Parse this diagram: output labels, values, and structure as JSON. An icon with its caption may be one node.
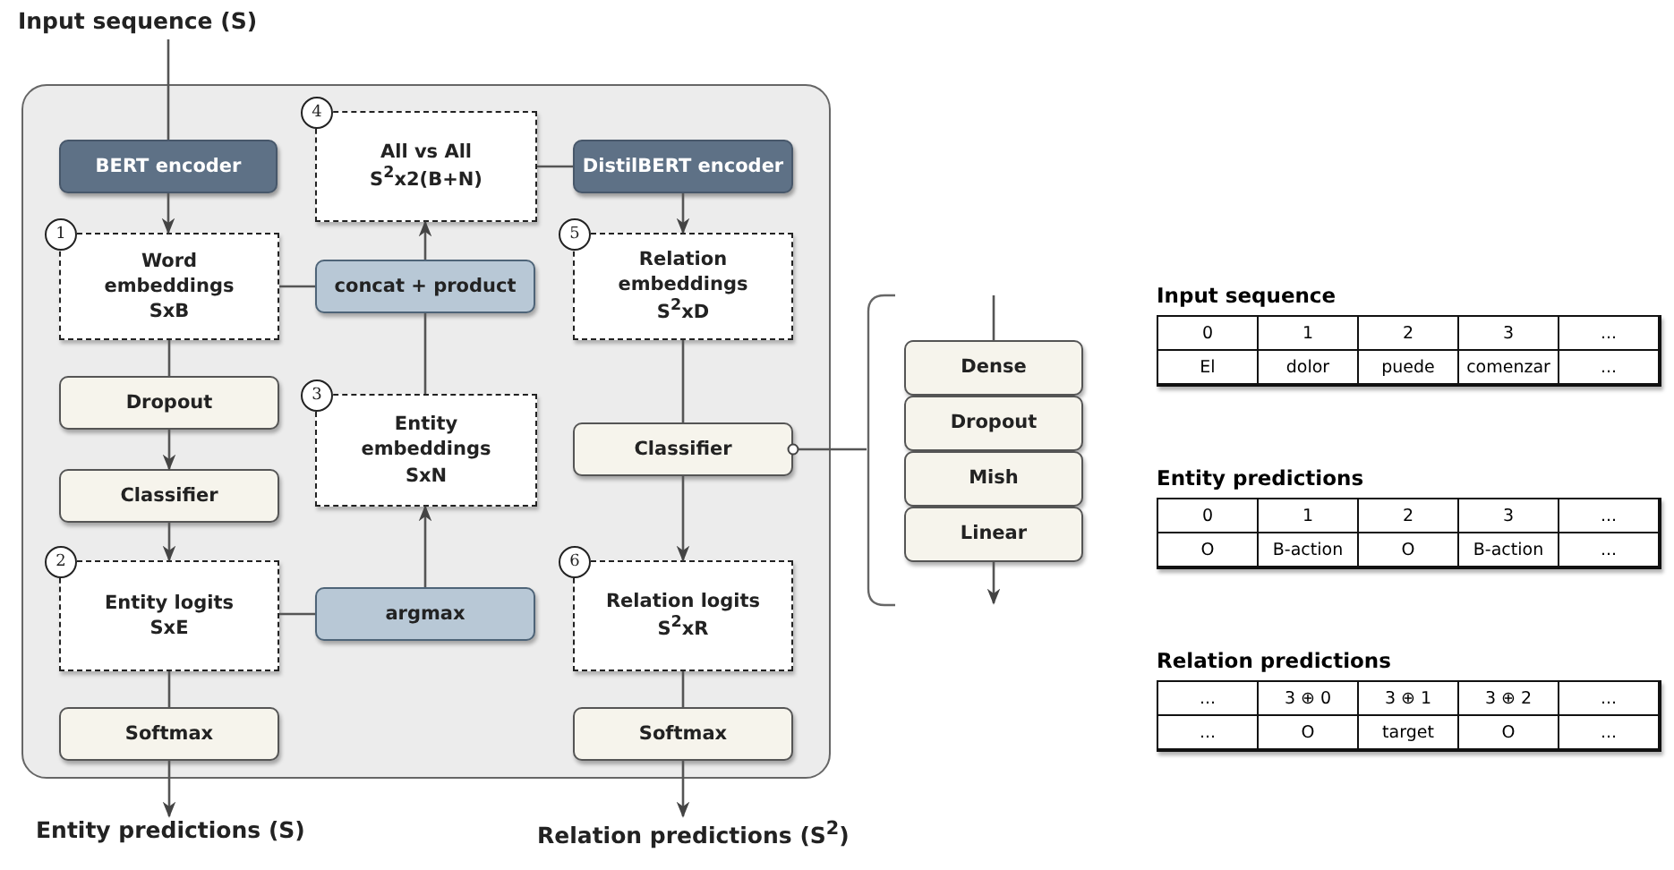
{
  "diagram": {
    "nodes": [
      {
        "text": [],
        "shape": "box"
      },
      {
        "text": [
          "Input sequence (S)"
        ]
      },
      {
        "text": [
          "BERT encoder"
        ],
        "in": 0
      },
      {
        "text": [
          "All vs All",
          "S$^{2}$x2(B+N)"
        ],
        "in": 0,
        "beside": [
          "4"
        ]
      },
      {
        "text": [
          "DistilBERT encoder"
        ],
        "in": 0
      },
      {
        "text": [
          "Word embeddings",
          "SxB"
        ],
        "in": 0,
        "beside": [
          "1"
        ]
      },
      {
        "text": [
          "concat + product"
        ],
        "in": 0
      },
      {
        "text": [
          "Relation embeddings",
          "S$^{2}$xD"
        ],
        "in": 0,
        "beside": [
          "5"
        ]
      },
      {
        "text": [
          "Dropout"
        ],
        "in": 0
      },
      {
        "text": [
          "Entity embeddings",
          "SxN"
        ],
        "in": 0,
        "beside": [
          "3"
        ]
      },
      {
        "text": [
          "Classifier"
        ],
        "in": 0
      },
      {
        "text": [
          "Classifier"
        ],
        "in": 0
      },
      {
        "text": [
          "Entity logits",
          "SxE"
        ],
        "in": 0,
        "beside": [
          "2"
        ]
      },
      {
        "text": [
          "argmax"
        ],
        "in": 0
      },
      {
        "text": [
          "Relation logits",
          "S$^{2}$xR"
        ],
        "in": 0,
        "beside": [
          "6"
        ]
      },
      {
        "text": [
          "Softmax"
        ],
        "in": 0
      },
      {
        "text": [
          "Softmax"
        ],
        "in": 0
      },
      {
        "text": [
          "Entity predictions (S)"
        ]
      },
      {
        "text": [
          "Relation predictions (S$^{2}$)"
        ]
      },
      {
        "text": [
          "Dense"
        ]
      },
      {
        "text": [
          "Dropout"
        ]
      },
      {
        "text": [
          "Mish"
        ]
      },
      {
        "text": [
          "Linear"
        ]
      },
      {
        "text": [],
        "shape": "bracket"
      }
    ],
    "edges": [
      {
        "from": 1,
        "to": 2,
        "arrow": "none"
      },
      {
        "from": 2,
        "to": 5,
        "arrow": "to"
      },
      {
        "from": 5,
        "to": 6,
        "arrow": "none"
      },
      {
        "from": 6,
        "to": 3,
        "arrow": "to"
      },
      {
        "from": 4,
        "to": 3,
        "arrow": "none"
      },
      {
        "from": 4,
        "to": 7,
        "arrow": "to"
      },
      {
        "from": 5,
        "to": 8,
        "arrow": "none"
      },
      {
        "from": 8,
        "to": 11,
        "arrow": "to"
      },
      {
        "from": 11,
        "to": 12,
        "arrow": "to"
      },
      {
        "from": 12,
        "to": 13,
        "arrow": "none"
      },
      {
        "from": 13,
        "to": 9,
        "arrow": "to"
      },
      {
        "from": 9,
        "to": 6,
        "arrow": "none"
      },
      {
        "from": 12,
        "to": 15,
        "arrow": "none"
      },
      {
        "from": 15,
        "to": 17,
        "arrow": "to"
      },
      {
        "from": 7,
        "to": 10,
        "arrow": "none"
      },
      {
        "from": 10,
        "to": 14,
        "arrow": "to"
      },
      {
        "from": 14,
        "to": 16,
        "arrow": "none"
      },
      {
        "from": 16,
        "to": 18,
        "arrow": "to"
      },
      {
        "from": 10,
        "to": 23,
        "arrow": "other"
      },
      {
        "from": null,
        "to": 19,
        "arrow": "none"
      },
      {
        "from": 22,
        "to": null,
        "arrow": "to"
      }
    ],
    "labels": [
      "Input sequence",
      "0",
      "1",
      "2",
      "3",
      "...",
      "El",
      "dolor",
      "puede",
      "comenzar",
      "...",
      "Entity predictions",
      "0",
      "1",
      "2",
      "3",
      "...",
      "O",
      "B-action",
      "O",
      "B-action",
      "...",
      "Relation predictions",
      "...",
      "3 ⊕ 0",
      "3 ⊕ 1",
      "3 ⊕ 2",
      "...",
      "...",
      "O",
      "target",
      "O",
      "..."
    ]
  }
}
